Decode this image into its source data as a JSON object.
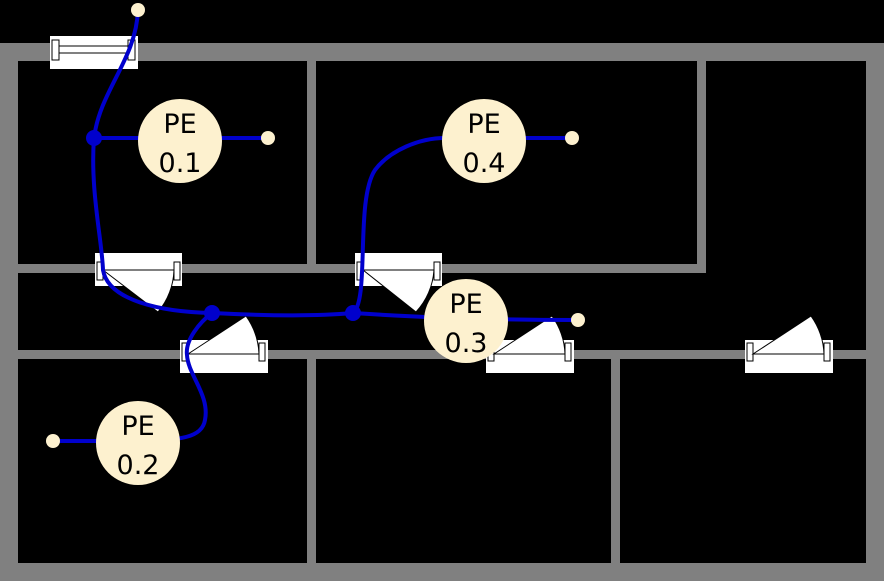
{
  "colors": {
    "background": "#000000",
    "wall": "#808080",
    "cable": "#0000cc",
    "node_fill": "#fdf1cf",
    "door": "#ffffff"
  },
  "nodes": [
    {
      "id": "pe01",
      "name_line": "PE",
      "value_line": "0.1"
    },
    {
      "id": "pe02",
      "name_line": "PE",
      "value_line": "0.2"
    },
    {
      "id": "pe03",
      "name_line": "PE",
      "value_line": "0.3"
    },
    {
      "id": "pe04",
      "name_line": "PE",
      "value_line": "0.4"
    }
  ],
  "icons": {
    "door": "door-swing-icon",
    "window": "window-icon",
    "endpoint": "cable-endpoint-icon",
    "junction": "cable-junction-icon"
  }
}
